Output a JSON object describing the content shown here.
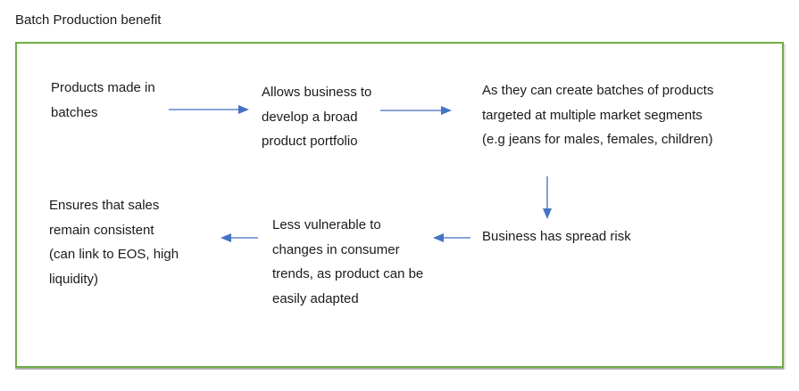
{
  "page": {
    "title": "Batch Production benefit"
  },
  "colors": {
    "frame_border": "#70AD47",
    "arrow": "#4472C4",
    "text": "#1b1b1b",
    "background": "#ffffff"
  },
  "nodes": [
    {
      "id": "products",
      "text": "Products made in\nbatches"
    },
    {
      "id": "portfolio",
      "text": "Allows business to\ndevelop a broad\nproduct portfolio"
    },
    {
      "id": "segments",
      "text": "As they can create batches of products\ntargeted at multiple market segments\n(e.g jeans for males, females, children)"
    },
    {
      "id": "risk",
      "text": "Business has spread risk"
    },
    {
      "id": "adapt",
      "text": "Less vulnerable to\nchanges in consumer\ntrends, as product can be\neasily adapted"
    },
    {
      "id": "sales",
      "text": "Ensures that sales\nremain consistent\n(can link to EOS, high\nliquidity)"
    }
  ],
  "arrows": [
    {
      "name": "arrow-products-to-portfolio",
      "direction": "right"
    },
    {
      "name": "arrow-portfolio-to-segments",
      "direction": "right"
    },
    {
      "name": "arrow-segments-to-risk",
      "direction": "down"
    },
    {
      "name": "arrow-risk-to-adapt",
      "direction": "left"
    },
    {
      "name": "arrow-adapt-to-sales",
      "direction": "left"
    }
  ]
}
